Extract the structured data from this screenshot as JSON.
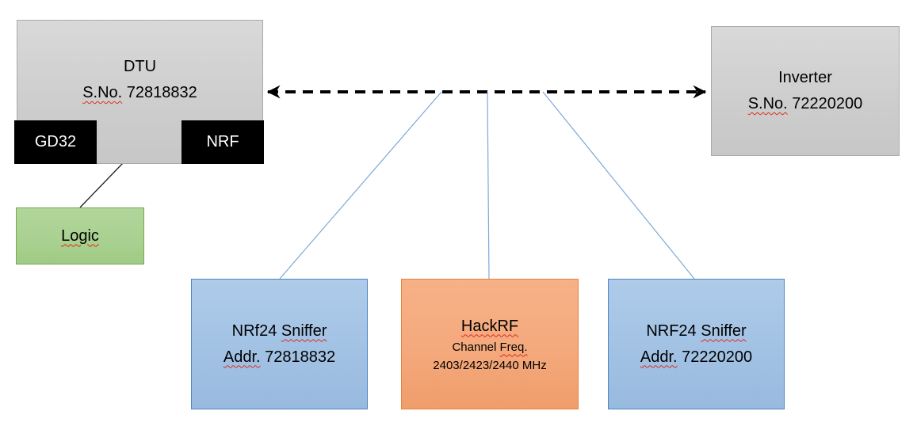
{
  "dtu": {
    "name": "DTU",
    "serial_label": "S.No.",
    "serial": "72818832",
    "gd32_chip": "GD32",
    "nrf_chip": "NRF"
  },
  "logic": {
    "label": "Logic"
  },
  "inverter": {
    "name": "Inverter",
    "serial_label": "S.No.",
    "serial": "72220200"
  },
  "sniffer_left": {
    "name": "NRf24",
    "type": "Sniffer",
    "addr_label": "Addr.",
    "addr": "72818832"
  },
  "hackrf": {
    "name": "HackRF",
    "freq_label_word1": "Channel",
    "freq_label_word2": "Freq.",
    "frequencies": "2403/2423/2440 MHz"
  },
  "sniffer_right": {
    "name": "NRF24",
    "type": "Sniffer",
    "addr_label": "Addr.",
    "addr": "72220200"
  },
  "colors": {
    "gray_fill": "#d0d0d0",
    "gray_border": "#a9a9a9",
    "blue_fill": "#a2c2e4",
    "blue_border": "#4e86c6",
    "orange_fill": "#f4a97c",
    "orange_border": "#e8823c",
    "green_fill": "#aad191",
    "green_border": "#73ac4e",
    "chip_fill": "#000000",
    "chip_text": "#ffffff",
    "connector_blue": "#7fa8d8",
    "arrow_black": "#000000",
    "spellcheck_red": "#e02a1e"
  }
}
